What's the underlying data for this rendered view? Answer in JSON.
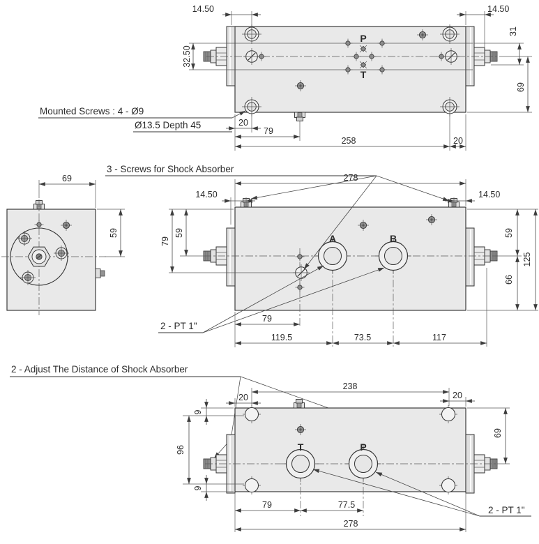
{
  "drawing": {
    "notes": {
      "mounted_screws_1": "Mounted Screws : 4 - Ø9",
      "mounted_screws_2": "Ø13.5  Depth 45",
      "shock_screws": "3 - Screws for Shock Absorber",
      "adjust_distance": "2 - Adjust The Distance of Shock Absorber",
      "pt_front": "2 - PT 1\"",
      "pt_bottom": "2 - PT 1\""
    },
    "colors": {
      "block_fill": "#e9e9e9",
      "line": "#333333",
      "dim_line": "#4a4a4a"
    },
    "top": {
      "ports": {
        "p": "P",
        "t": "T"
      },
      "dims": {
        "offset_left": "14.50",
        "pt_left": "32.50",
        "offset_right": "14.50",
        "pt_right": "31",
        "axis_to_edge": "69",
        "edge_to_screw": "20",
        "edge_to_drain": "79",
        "screw_span": "258",
        "screw_to_edge": "20"
      }
    },
    "side": {
      "dims": {
        "center_to_face": "69",
        "top_to_axis": "59"
      }
    },
    "front": {
      "ports": {
        "a": "A",
        "b": "B"
      },
      "dims": {
        "length": "278",
        "screw_left": "14.50",
        "screw_right": "14.50",
        "top_to_shock": "79",
        "top_to_axis_left": "59",
        "top_to_axis_right": "59",
        "height": "125",
        "axis_to_bottom": "66",
        "edge_to_shock": "79",
        "edge_to_a": "119.5",
        "a_to_b": "73.5",
        "b_to_end": "117"
      }
    },
    "bottom": {
      "ports": {
        "t": "T",
        "p": "P"
      },
      "dims": {
        "screw_span": "238",
        "edge_left": "20",
        "edge_right": "20",
        "edge_to_hole_top": "9",
        "hole_span": "96",
        "edge_to_hole_bottom": "9",
        "top_to_axis": "69",
        "edge_to_t": "79",
        "t_to_p": "77.5",
        "length": "278"
      }
    }
  }
}
